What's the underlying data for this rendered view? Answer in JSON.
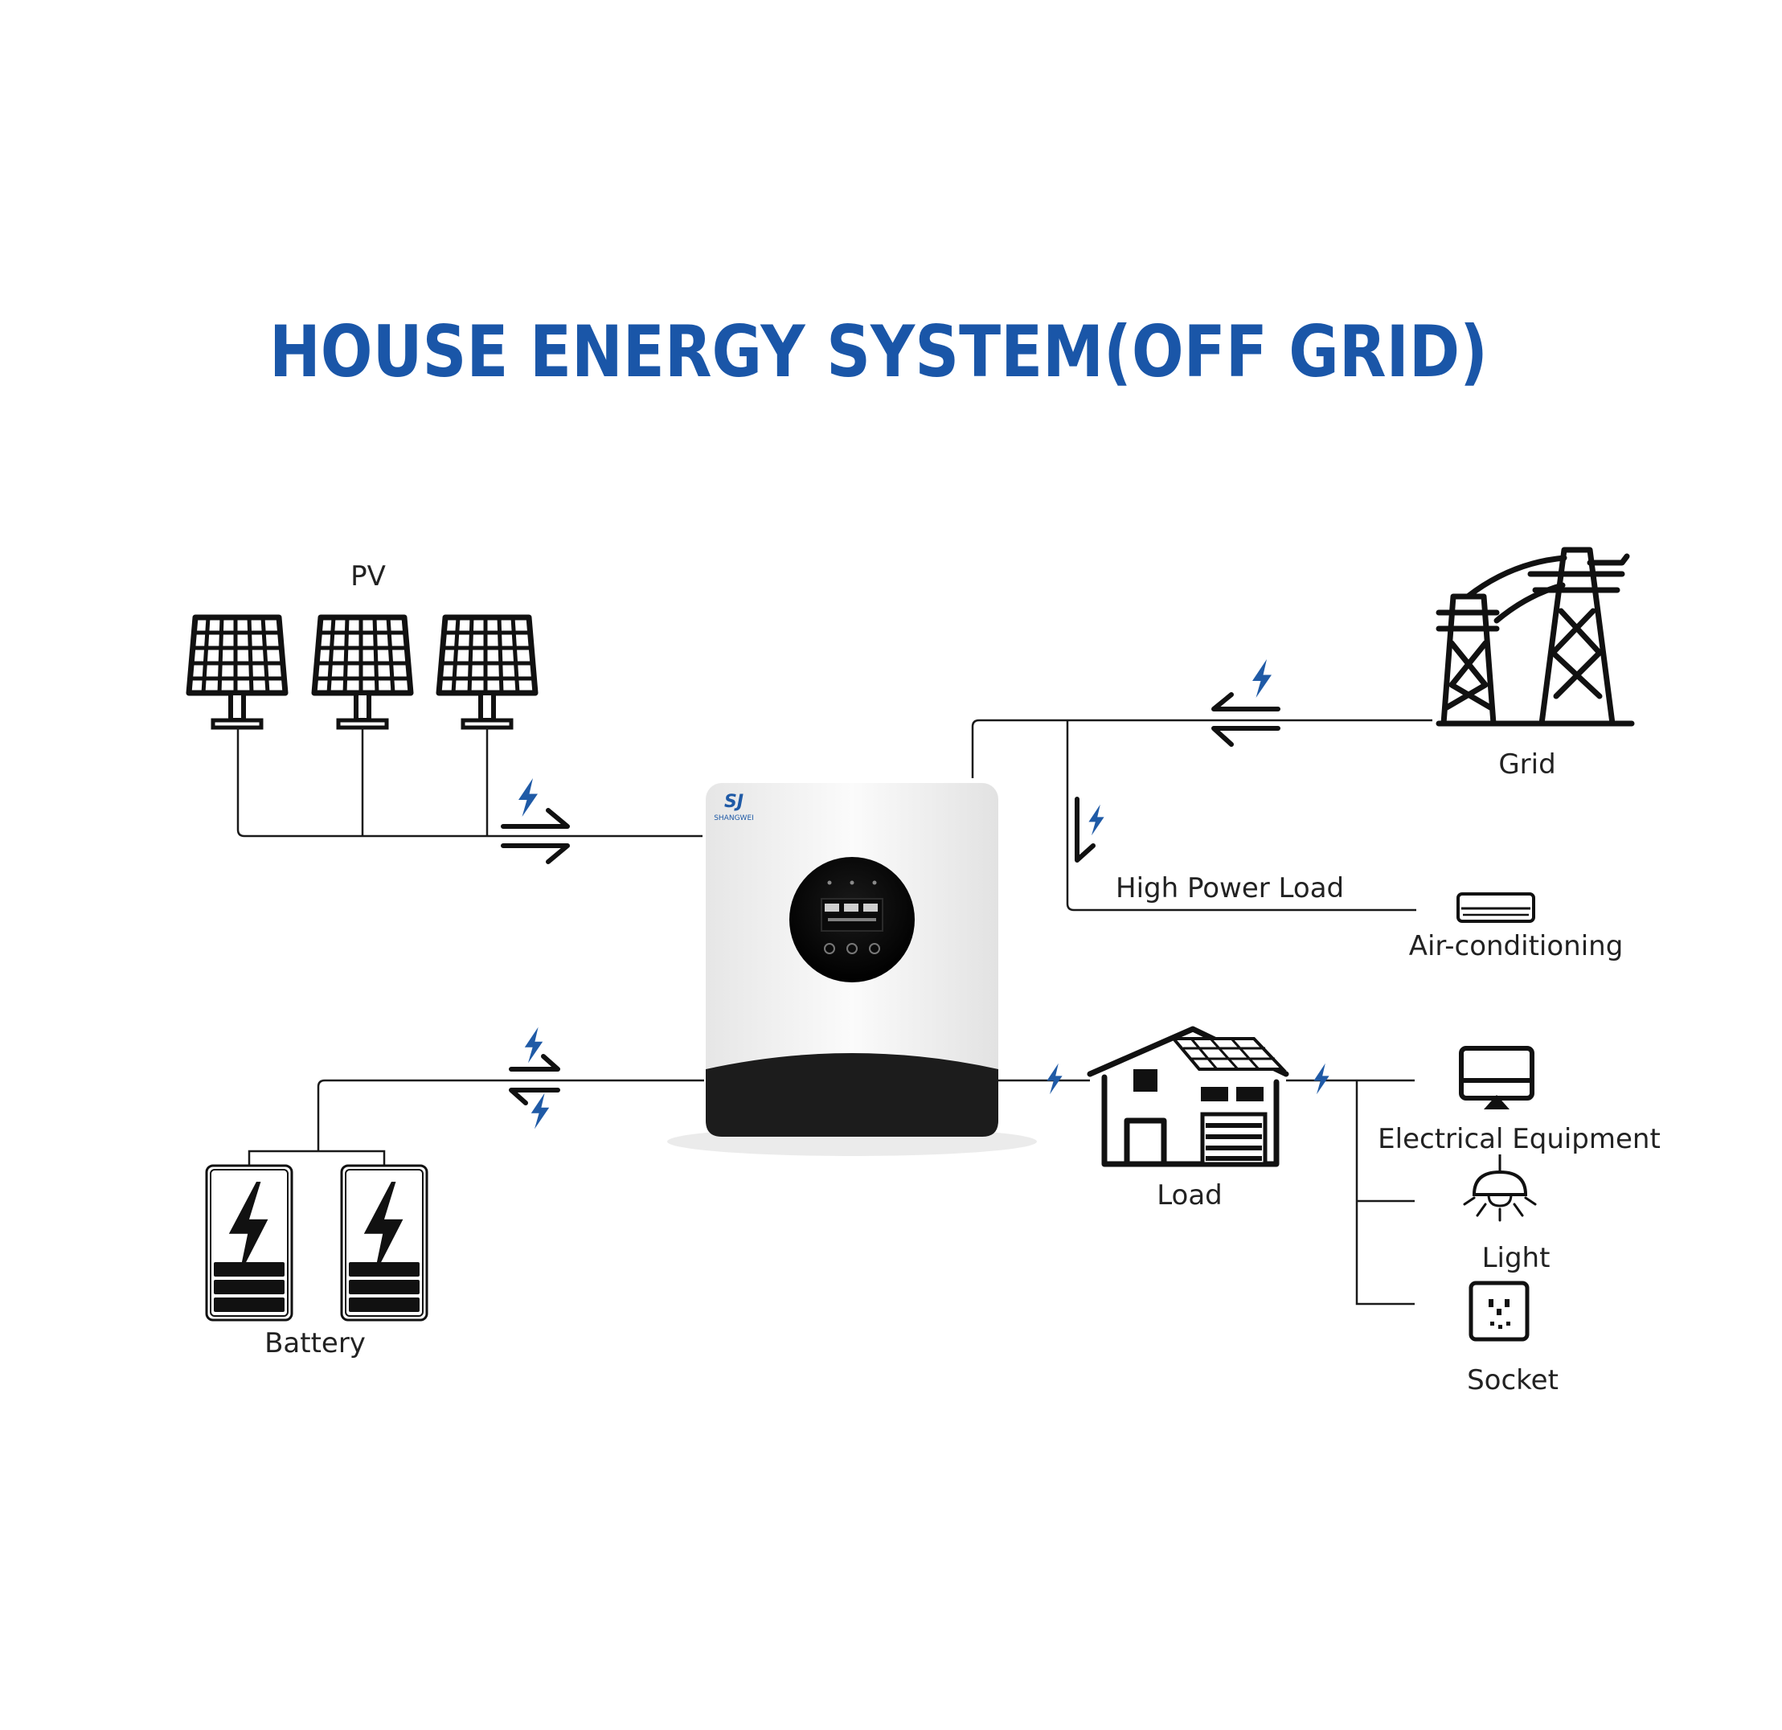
{
  "title": "HOUSE ENERGY SYSTEM(OFF GRID)",
  "inverter": {
    "brand_logo": "SJ",
    "brand_name": "SHANGWEI"
  },
  "labels": {
    "pv": "PV",
    "grid": "Grid",
    "high_power_load": "High Power Load",
    "air_conditioning": "Air-conditioning",
    "battery": "Battery",
    "load": "Load",
    "electrical_equipment": "Electrical Equipment",
    "light": "Light",
    "socket": "Socket"
  },
  "icons": {
    "solar_panel": "solar-panel-icon",
    "power_tower": "power-tower-icon",
    "air_conditioner": "air-conditioner-icon",
    "battery": "battery-icon",
    "house": "house-icon",
    "monitor": "monitor-icon",
    "light": "ceiling-light-icon",
    "socket": "socket-icon",
    "bolt": "lightning-bolt-icon"
  },
  "colors": {
    "title": "#1a56a8",
    "bolt": "#1f5aa6",
    "ink": "#111111"
  }
}
